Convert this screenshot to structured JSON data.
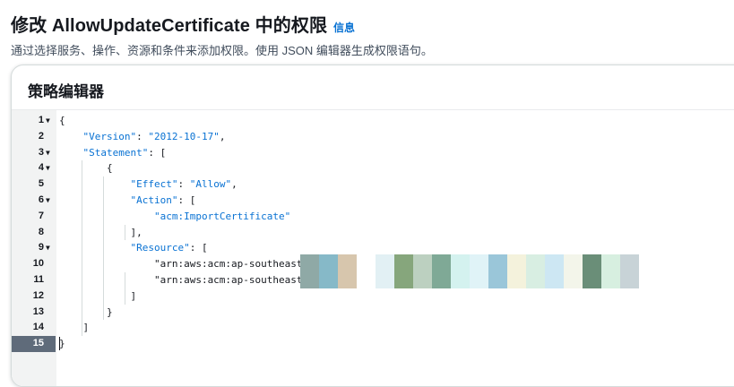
{
  "header": {
    "title": "修改 AllowUpdateCertificate 中的权限",
    "info_link": "信息",
    "description": "通过选择服务、操作、资源和条件来添加权限。使用 JSON 编辑器生成权限语句。"
  },
  "panel": {
    "title": "策略编辑器"
  },
  "editor": {
    "active_line": 15,
    "lines": [
      {
        "num": "1",
        "fold": true,
        "text": "{"
      },
      {
        "num": "2",
        "fold": false,
        "text": "    \"Version\": \"2012-10-17\","
      },
      {
        "num": "3",
        "fold": true,
        "text": "    \"Statement\": ["
      },
      {
        "num": "4",
        "fold": true,
        "text": "        {"
      },
      {
        "num": "5",
        "fold": false,
        "text": "            \"Effect\": \"Allow\","
      },
      {
        "num": "6",
        "fold": true,
        "text": "            \"Action\": ["
      },
      {
        "num": "7",
        "fold": false,
        "text": "                \"acm:ImportCertificate\""
      },
      {
        "num": "8",
        "fold": false,
        "text": "            ],"
      },
      {
        "num": "9",
        "fold": true,
        "text": "            \"Resource\": ["
      },
      {
        "num": "10",
        "fold": false,
        "text": "                \"arn:aws:acm:ap-southeast-1"
      },
      {
        "num": "11",
        "fold": false,
        "text": "                \"arn:aws:acm:ap-southeast-1"
      },
      {
        "num": "12",
        "fold": false,
        "text": "            ]"
      },
      {
        "num": "13",
        "fold": false,
        "text": "        }"
      },
      {
        "num": "14",
        "fold": false,
        "text": "    ]"
      },
      {
        "num": "15",
        "fold": false,
        "text": "}"
      }
    ]
  },
  "colors": {
    "accent": "#0972d3",
    "active_line_bg": "#5f6b7a",
    "gutter_bg": "#f2f3f3"
  },
  "icons": {
    "fold": "chevron-down-icon"
  }
}
